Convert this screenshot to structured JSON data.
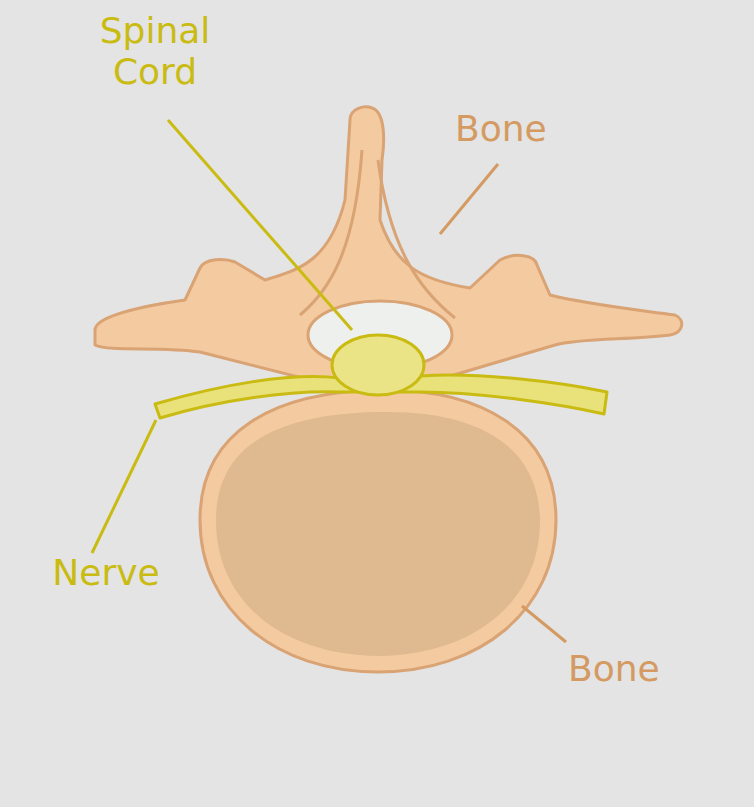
{
  "diagram": {
    "labels": [
      "Spinal Cord",
      "Bone",
      "Nerve",
      "Bone"
    ]
  }
}
